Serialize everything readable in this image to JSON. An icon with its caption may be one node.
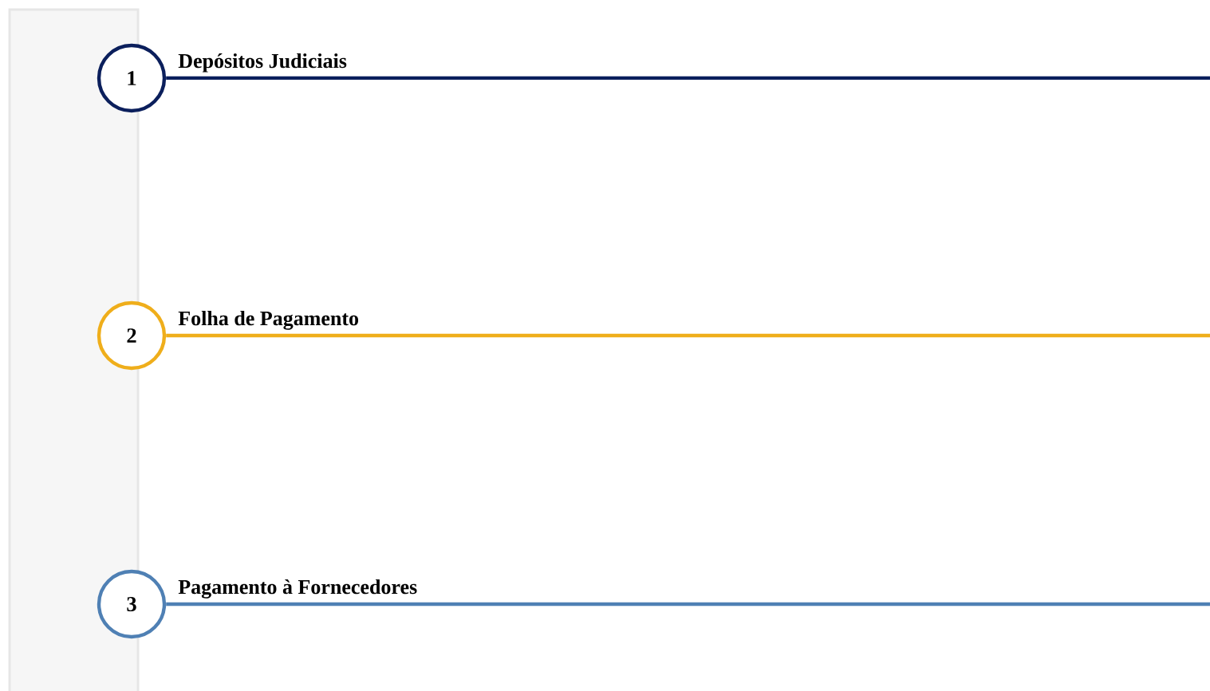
{
  "diagram": {
    "nodes": [
      {
        "text": [
          "1"
        ],
        "beside": [
          "Depósitos Judiciais"
        ]
      },
      {
        "text": [
          "2"
        ],
        "beside": [
          "Folha de Pagamento"
        ]
      },
      {
        "text": [
          "3"
        ],
        "beside": [
          "Pagamento à Fornecedores"
        ]
      }
    ],
    "edges": [
      {
        "from": 0,
        "to": null,
        "arrow": "none",
        "color": "#0b1f5c"
      },
      {
        "from": 1,
        "to": null,
        "arrow": "none",
        "color": "#efae1b"
      },
      {
        "from": 2,
        "to": null,
        "arrow": "none",
        "color": "#4f80b4"
      }
    ]
  }
}
